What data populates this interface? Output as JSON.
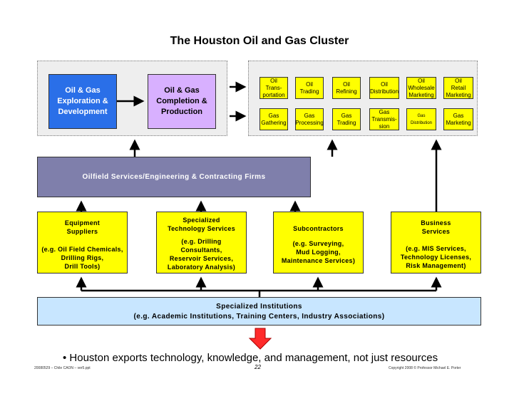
{
  "title": "The Houston Oil and Gas Cluster",
  "exploration": "Oil & Gas\nExploration &\nDevelopment",
  "completion": "Oil & Gas\nCompletion &\nProduction",
  "oil_row": [
    "Oil\nTrans-\nportation",
    "Oil\nTrading",
    "Oil\nRefining",
    "Oil\nDistribution",
    "Oil\nWholesale\nMarketing",
    "Oil\nRetail\nMarketing"
  ],
  "gas_row": [
    "Gas\nGathering",
    "Gas\nProcessing",
    "Gas\nTrading",
    "Gas\nTransmis-\nsion",
    "Gas\nDistribution",
    "Gas\nMarketing"
  ],
  "services": "Oilfield Services/Engineering & Contracting Firms",
  "yellow": [
    {
      "head": "Equipment\nSuppliers",
      "body": "(e.g. Oil Field Chemicals,\nDrilling Rigs,\nDrill Tools)"
    },
    {
      "head": "Specialized\nTechnology Services",
      "body": "(e.g. Drilling\nConsultants,\nReservoir Services,\nLaboratory Analysis)"
    },
    {
      "head": "Subcontractors",
      "body": "(e.g. Surveying,\nMud Logging,\nMaintenance Services)"
    },
    {
      "head": "Business\nServices",
      "body": "(e.g. MIS Services,\nTechnology Licenses,\nRisk Management)"
    }
  ],
  "institutions": {
    "head": "Specialized Institutions",
    "body": "(e.g. Academic Institutions, Training Centers, Industry Associations)"
  },
  "bullet": "• Houston exports technology, knowledge, and management, not just resources",
  "footer": {
    "left": "20080529 – Chile CAON – ver5.ppt",
    "page": "22",
    "right": "Copyright 2008 © Professor Michael E. Porter"
  },
  "colors": {
    "exploration": "#2a6fe8",
    "completion": "#d8b0ff",
    "small_boxes": "#ffff00",
    "services": "#7f7fab",
    "institutions": "#c8e6ff",
    "down_arrow": "#ff2a2a"
  }
}
